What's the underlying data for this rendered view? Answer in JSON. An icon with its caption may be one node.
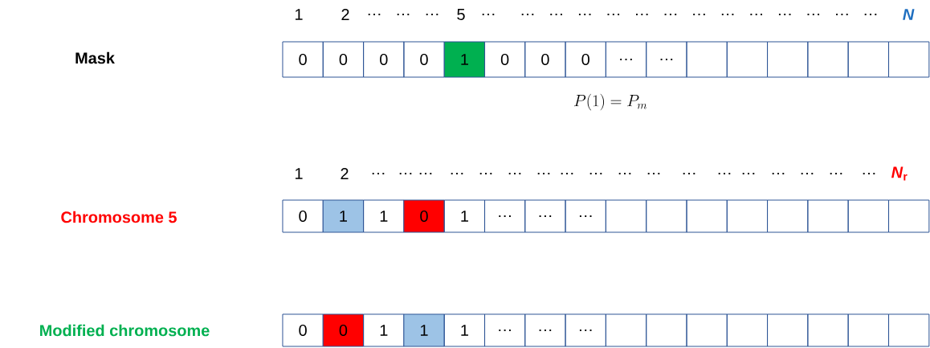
{
  "diagram": {
    "nodes": [
      {
        "text": [
          "0"
        ]
      },
      {
        "text": [
          "0"
        ]
      },
      {
        "text": [
          "0"
        ]
      },
      {
        "text": [
          "0"
        ]
      },
      {
        "text": [
          "1"
        ]
      },
      {
        "text": [
          "0"
        ]
      },
      {
        "text": [
          "0"
        ]
      },
      {
        "text": [
          "0"
        ]
      },
      {
        "text": [
          "…"
        ]
      },
      {
        "text": [
          "…"
        ]
      },
      {
        "text": [],
        "shape": "box"
      },
      {
        "text": [],
        "shape": "box"
      },
      {
        "text": [],
        "shape": "box"
      },
      {
        "text": [],
        "shape": "box"
      },
      {
        "text": [],
        "shape": "box"
      },
      {
        "text": [],
        "shape": "box"
      },
      {
        "text": [
          "0"
        ]
      },
      {
        "text": [
          "1"
        ]
      },
      {
        "text": [
          "1"
        ]
      },
      {
        "text": [
          "0"
        ]
      },
      {
        "text": [
          "1"
        ]
      },
      {
        "text": [
          "…"
        ]
      },
      {
        "text": [
          "…"
        ]
      },
      {
        "text": [
          "…"
        ]
      },
      {
        "text": [],
        "shape": "box"
      },
      {
        "text": [],
        "shape": "box"
      },
      {
        "text": [],
        "shape": "box"
      },
      {
        "text": [],
        "shape": "box"
      },
      {
        "text": [],
        "shape": "box"
      },
      {
        "text": [],
        "shape": "box"
      },
      {
        "text": [],
        "shape": "box"
      },
      {
        "text": [],
        "shape": "box"
      },
      {
        "text": [
          "0"
        ]
      },
      {
        "text": [
          "0"
        ]
      },
      {
        "text": [
          "1"
        ]
      },
      {
        "text": [
          "1"
        ]
      },
      {
        "text": [
          "1"
        ]
      },
      {
        "text": [
          "…"
        ]
      },
      {
        "text": [
          "…"
        ]
      },
      {
        "text": [
          "…"
        ]
      },
      {
        "text": [],
        "shape": "box"
      },
      {
        "text": [],
        "shape": "box"
      },
      {
        "text": [],
        "shape": "box"
      },
      {
        "text": [],
        "shape": "box"
      },
      {
        "text": [],
        "shape": "box"
      },
      {
        "text": [],
        "shape": "box"
      },
      {
        "text": [],
        "shape": "box"
      },
      {
        "text": [],
        "shape": "box"
      }
    ],
    "edges": [],
    "labels": [
      "1",
      "2",
      "…",
      "…",
      "…",
      "5",
      "…",
      "…",
      "…",
      "…",
      "…",
      "…",
      "…",
      "…",
      "…",
      "…",
      "…",
      "…",
      "…",
      "…",
      "N",
      "Mask",
      "P(1) = P_m",
      "1",
      "2",
      "…",
      "…",
      "…",
      "…",
      "…",
      "…",
      "…",
      "…",
      "…",
      "…",
      "…",
      "…",
      "…",
      "…",
      "…",
      "…",
      "…",
      "…",
      "*N*$_{r}$",
      "Chromosome 5",
      "Modified chromosome"
    ]
  }
}
